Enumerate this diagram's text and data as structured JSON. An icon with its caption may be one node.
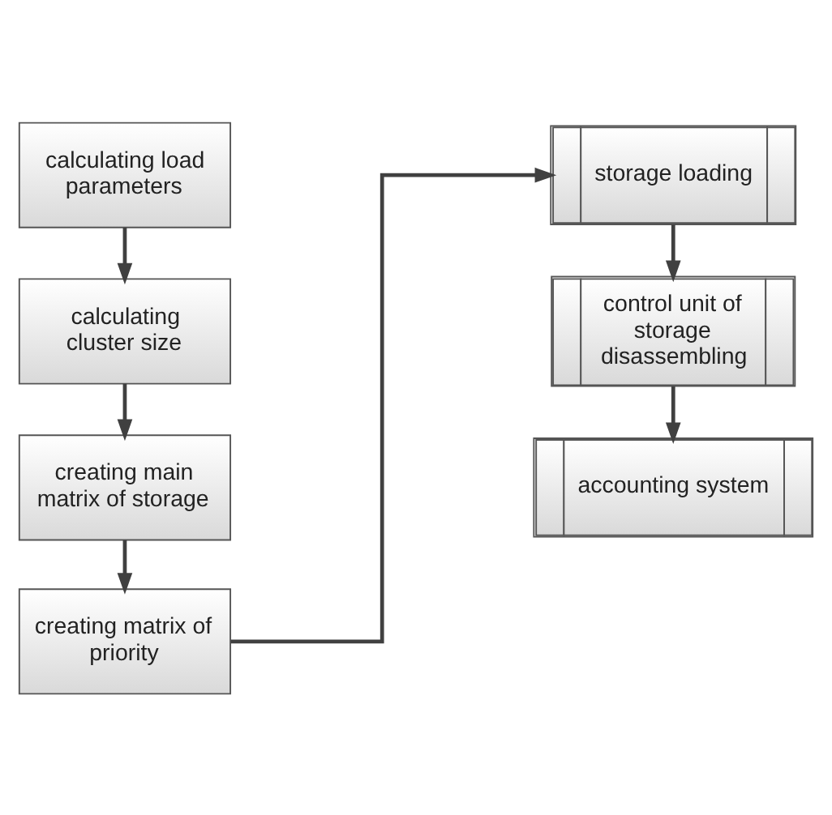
{
  "diagram": {
    "nodes": [
      {
        "text": [
          "calculating load parameters"
        ]
      },
      {
        "text": [
          "calculating cluster size"
        ]
      },
      {
        "text": [
          "creating main matrix of storage"
        ]
      },
      {
        "text": [
          "creating matrix of priority"
        ]
      },
      {
        "text": [
          "storage loading"
        ]
      },
      {
        "text": [
          "control unit of storage disassembling"
        ]
      },
      {
        "text": [
          "accounting system"
        ]
      }
    ],
    "edges": [
      {
        "from": 0,
        "to": 1,
        "arrow": "to"
      },
      {
        "from": 1,
        "to": 2,
        "arrow": "to"
      },
      {
        "from": 2,
        "to": 3,
        "arrow": "to"
      },
      {
        "from": 3,
        "to": 4,
        "arrow": "to"
      },
      {
        "from": 4,
        "to": 5,
        "arrow": "to"
      },
      {
        "from": 5,
        "to": 6,
        "arrow": "to"
      }
    ]
  }
}
